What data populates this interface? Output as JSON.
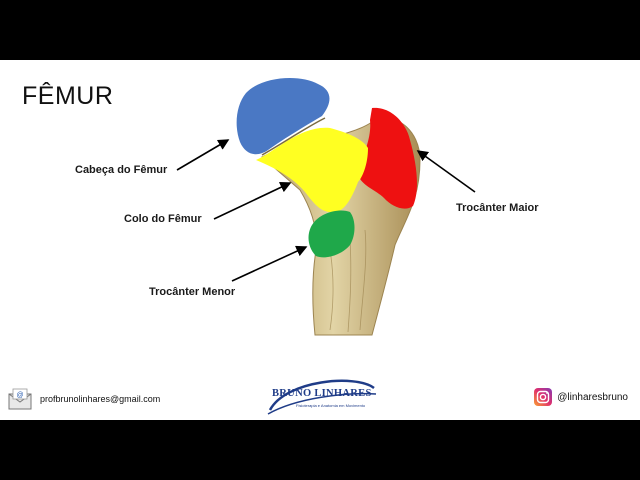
{
  "title": "FÊMUR",
  "labels": {
    "head": "Cabeça do Fêmur",
    "neck": "Colo do Fêmur",
    "lesser_trochanter": "Trocânter Menor",
    "greater_trochanter": "Trocânter Maior"
  },
  "region_colors": {
    "head": "#4a78c4",
    "neck": "#ffff22",
    "greater_trochanter": "#ee1111",
    "lesser_trochanter": "#1fa84a",
    "bone": "#d6c594"
  },
  "footer": {
    "email": "profbrunolinhares@gmail.com",
    "email_icon": "email-icon",
    "logo_name": "BRUNO LINHARES",
    "logo_tagline": "Fisioterapia e Anatomia em Movimento",
    "instagram_icon": "instagram-icon",
    "instagram": "@linharesbruno"
  }
}
